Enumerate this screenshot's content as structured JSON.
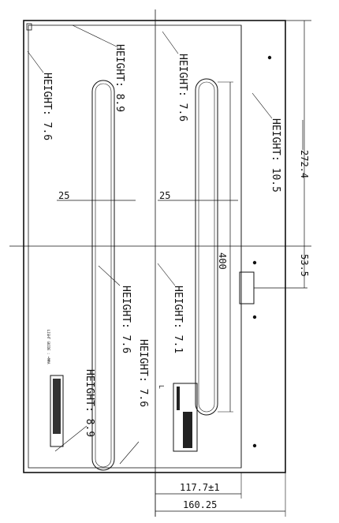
{
  "drawing": {
    "height_labels": [
      "HEIGHT: 7.6",
      "HEIGHT: 8.9",
      "HEIGHT: 7.6",
      "HEIGHT: 10.5",
      "HEIGHT: 7.6",
      "HEIGHT: 7.6",
      "HEIGHT: 7.1",
      "HEIGHT: 8.9"
    ],
    "dims": {
      "d272": "272.4",
      "d53": "53.5",
      "d400": "400",
      "d25a": "25",
      "d25b": "25",
      "d117": "117.7±1",
      "d160": "160.25"
    },
    "small_text": {
      "light_guide": "LIGHT GUIDE : •MMA",
      "l_mark": "L"
    }
  }
}
